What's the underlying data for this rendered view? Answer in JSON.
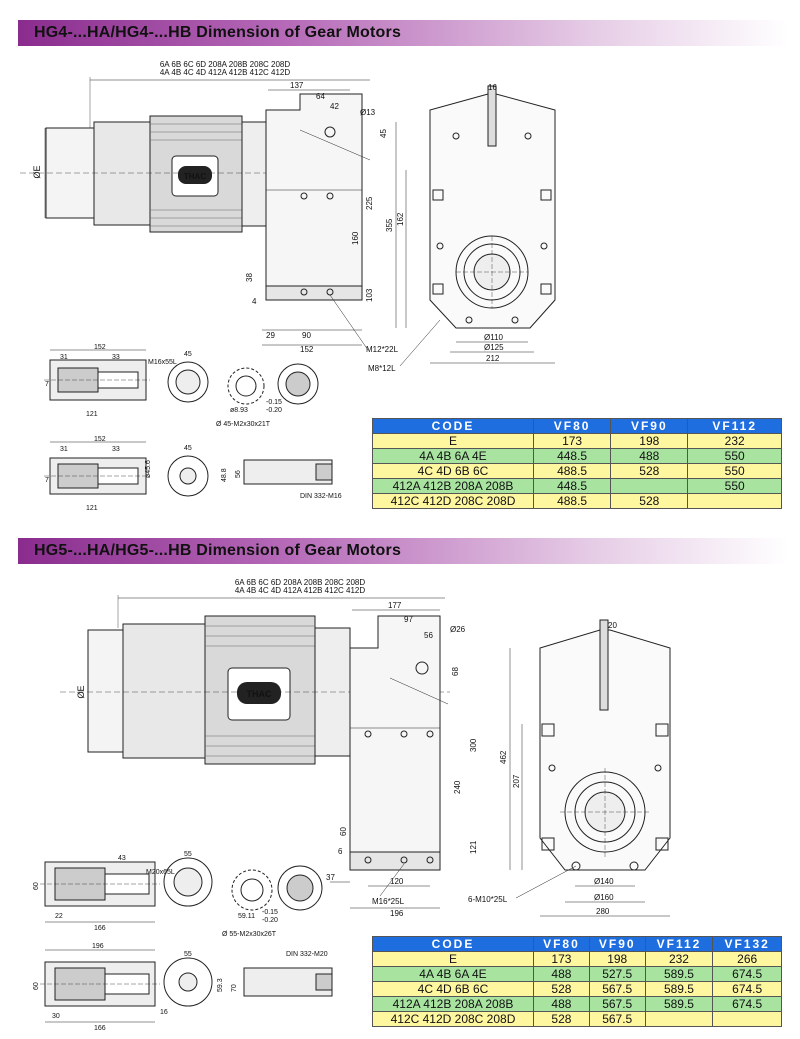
{
  "sections": [
    {
      "title": "HG4-...HA/HG4-...HB Dimension of Gear Motors",
      "motor_codes_line1": "6A 6B 6C 6D 208A 208B 208C 208D",
      "motor_codes_line2": "4A 4B 4C 4D 412A 412B 412C 412D",
      "logo": "THAC",
      "dims": {
        "d137": "137",
        "d64": "64",
        "d42": "42",
        "d13": "Ø13",
        "d45": "45",
        "d16": "16",
        "d225": "225",
        "d160": "160",
        "d38": "38",
        "d103": "103",
        "d4": "4",
        "d29": "29",
        "d90": "90",
        "d152": "152",
        "m12": "M12*22L",
        "m8": "M8*12L",
        "d355": "355",
        "d162": "162",
        "d110": "Ø110",
        "d125": "Ø125",
        "d212": "212",
        "oe": "ØE",
        "s152a": "152",
        "s31a": "31",
        "s33a": "33",
        "m16": "M16x55L",
        "s121a": "121",
        "s45a": "45",
        "s893": "ø8.93",
        "s015": "-0.15",
        "s020": "-0.20",
        "spline": "Ø 45-M2x30x21T",
        "s152b": "152",
        "s31b": "31",
        "s33b": "33",
        "s121b": "121",
        "s45b": "45",
        "s456": "ø45.6",
        "s48": "48.8",
        "s56": "56",
        "din": "DIN 332-M16",
        "s7a": "7",
        "s7b": "7"
      },
      "table": {
        "headers": [
          "CODE",
          "VF80",
          "VF90",
          "VF112"
        ],
        "rows": [
          [
            "E",
            "173",
            "198",
            "232"
          ],
          [
            "4A 4B 6A 4E",
            "448.5",
            "488",
            "550"
          ],
          [
            "4C 4D 6B 6C",
            "488.5",
            "528",
            "550"
          ],
          [
            "412A 412B 208A 208B",
            "448.5",
            "",
            "550"
          ],
          [
            "412C 412D 208C 208D",
            "488.5",
            "528",
            ""
          ]
        ]
      }
    },
    {
      "title": "HG5-...HA/HG5-...HB Dimension of Gear Motors",
      "motor_codes_line1": "6A 6B 6C 6D 208A 208B 208C 208D",
      "motor_codes_line2": "4A 4B 4C 4D 412A 412B 412C 412D",
      "logo": "THAC",
      "dims": {
        "d177": "177",
        "d97": "97",
        "d56": "56",
        "d26": "Ø26",
        "d68": "68",
        "d20": "20",
        "d300": "300",
        "d240": "240",
        "d60": "60",
        "d121": "121",
        "d6": "6",
        "d37": "37",
        "d120": "120",
        "m16": "M16*25L",
        "d196": "196",
        "m10": "6-M10*25L",
        "d462": "462",
        "d207": "207",
        "d140": "Ø140",
        "d160": "Ø160",
        "d280": "280",
        "oe": "ØE",
        "s43": "43",
        "m20": "M20x65L",
        "s60a": "60",
        "s22": "22",
        "s166a": "166",
        "s55a": "55",
        "s5911": "59.11",
        "s015": "-0.15",
        "s020": "-0.20",
        "spline": "Ø 55-M2x30x26T",
        "s196": "196",
        "s60b": "60",
        "s30": "30",
        "s166b": "166",
        "s55b": "55",
        "s16": "16",
        "s593": "59.3",
        "s70": "70",
        "din": "DIN 332-M20"
      },
      "table": {
        "headers": [
          "CODE",
          "VF80",
          "VF90",
          "VF112",
          "VF132"
        ],
        "rows": [
          [
            "E",
            "173",
            "198",
            "232",
            "266"
          ],
          [
            "4A 4B 6A 4E",
            "488",
            "527.5",
            "589.5",
            "674.5"
          ],
          [
            "4C 4D 6B 6C",
            "528",
            "567.5",
            "589.5",
            "674.5"
          ],
          [
            "412A 412B 208A 208B",
            "488",
            "567.5",
            "589.5",
            "674.5"
          ],
          [
            "412C 412D 208C 208D",
            "528",
            "567.5",
            "",
            ""
          ]
        ]
      }
    }
  ]
}
